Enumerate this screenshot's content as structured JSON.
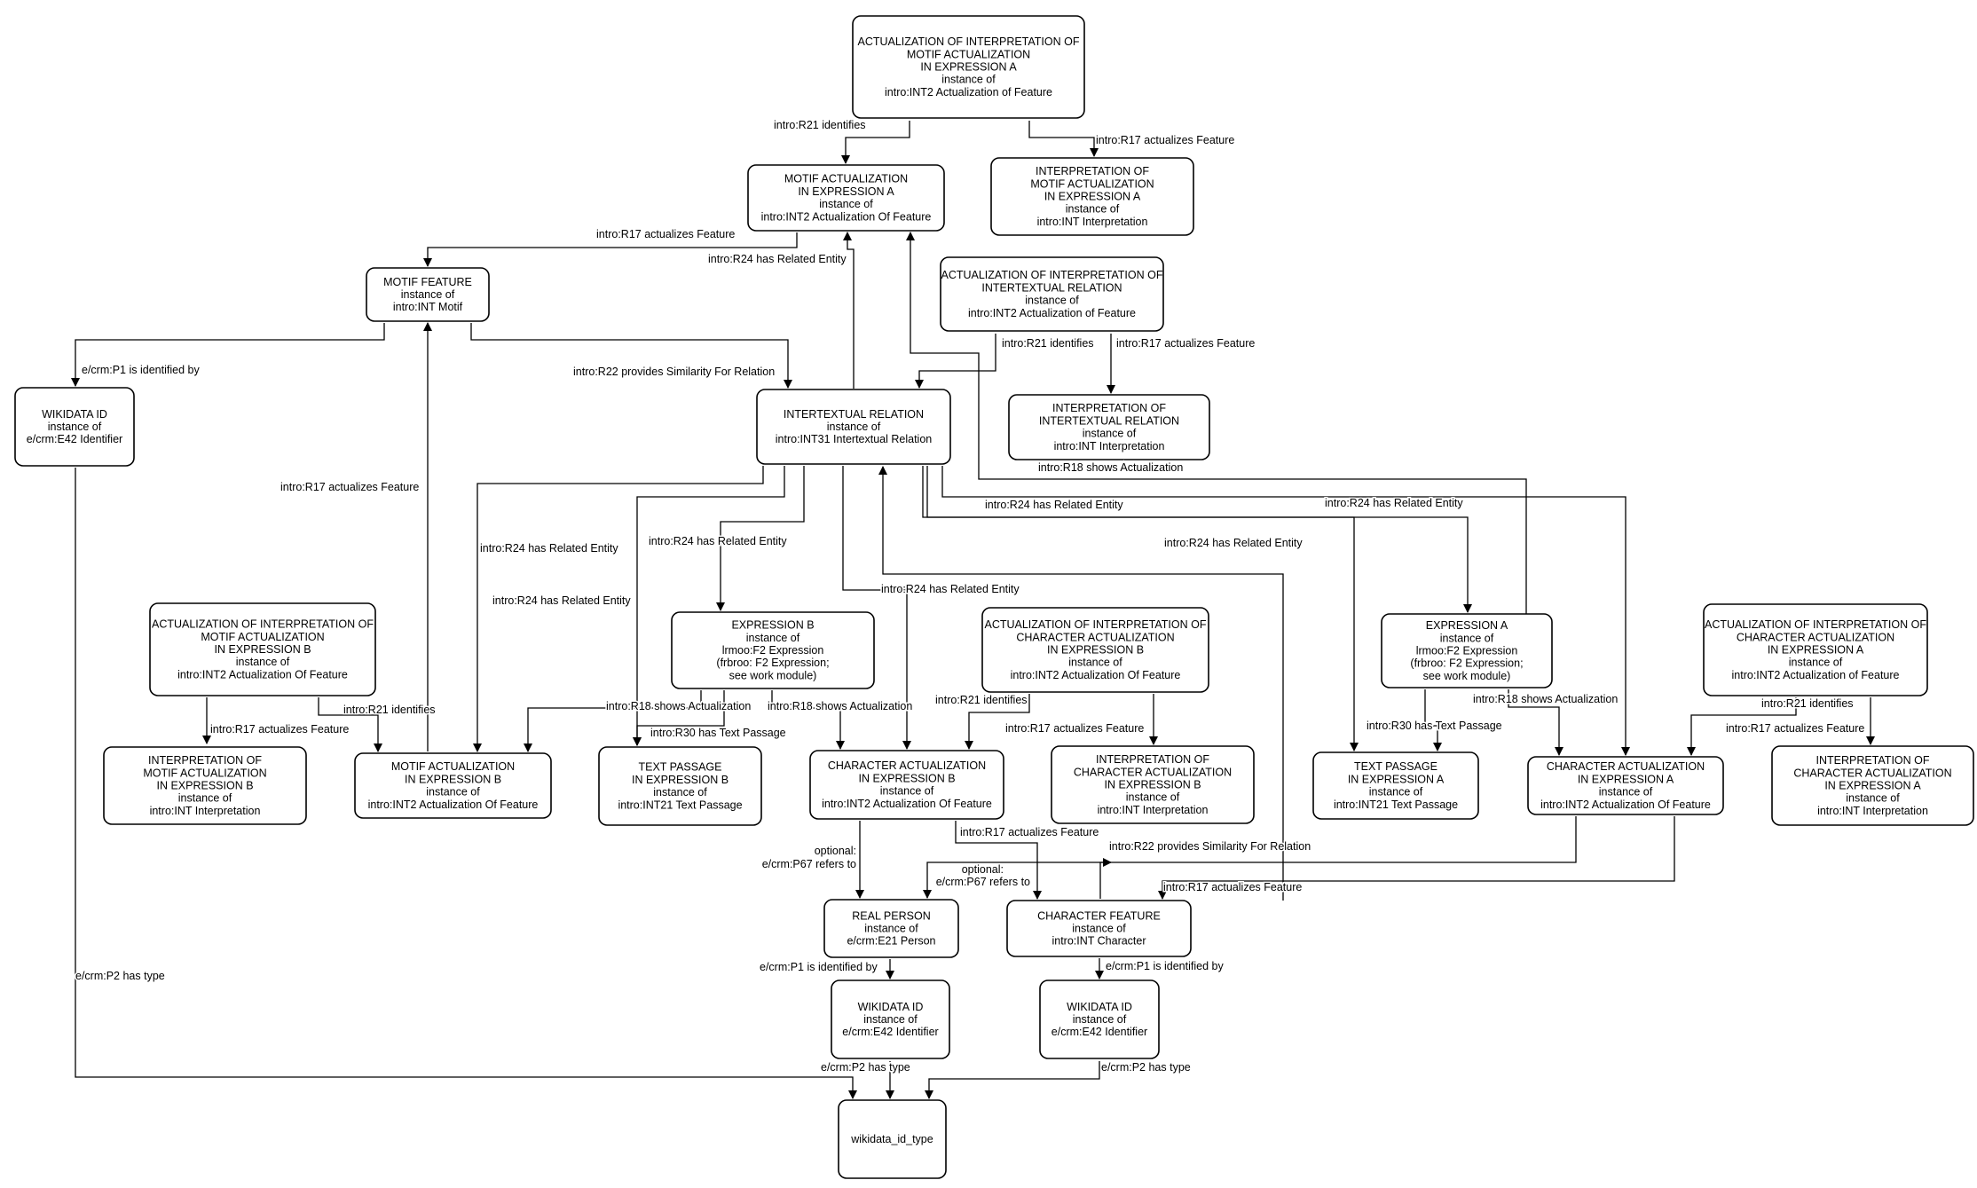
{
  "diagram": {
    "nodes": [
      {
        "id": "n_act_int_motif_a",
        "lines": [
          "ACTUALIZATION OF INTERPRETATION OF",
          "MOTIF ACTUALIZATION",
          "IN EXPRESSION A",
          "instance of",
          "intro:INT2 Actualization of Feature"
        ]
      },
      {
        "id": "n_motif_act_a",
        "lines": [
          "MOTIF ACTUALIZATION",
          "IN EXPRESSION A",
          "instance of",
          "intro:INT2 Actualization Of Feature"
        ]
      },
      {
        "id": "n_interp_motif_a",
        "lines": [
          "INTERPRETATION OF",
          "MOTIF ACTUALIZATION",
          "IN EXPRESSION A",
          "instance of",
          "intro:INT Interpretation"
        ]
      },
      {
        "id": "n_motif_feature",
        "lines": [
          "MOTIF FEATURE",
          "instance of",
          "intro:INT Motif"
        ]
      },
      {
        "id": "n_act_int_intertext",
        "lines": [
          "ACTUALIZATION OF INTERPRETATION OF",
          "INTERTEXTUAL RELATION",
          "instance of",
          "intro:INT2 Actualization of Feature"
        ]
      },
      {
        "id": "n_wikidata_1",
        "lines": [
          "WIKIDATA ID",
          "instance of",
          "e/crm:E42 Identifier"
        ]
      },
      {
        "id": "n_intertextual",
        "lines": [
          "INTERTEXTUAL RELATION",
          "instance of",
          "intro:INT31 Intertextual Relation"
        ]
      },
      {
        "id": "n_interp_intertext",
        "lines": [
          "INTERPRETATION OF",
          "INTERTEXTUAL RELATION",
          "instance of",
          "intro:INT Interpretation"
        ]
      },
      {
        "id": "n_act_int_motif_b",
        "lines": [
          "ACTUALIZATION OF INTERPRETATION OF",
          "MOTIF ACTUALIZATION",
          "IN EXPRESSION B",
          "instance of",
          "intro:INT2 Actualization Of Feature"
        ]
      },
      {
        "id": "n_expression_b",
        "lines": [
          "EXPRESSION B",
          "instance of",
          "lrmoo:F2 Expression",
          "(frbroo: F2 Expression;",
          "see work module)"
        ]
      },
      {
        "id": "n_act_int_char_b",
        "lines": [
          "ACTUALIZATION OF INTERPRETATION OF",
          "CHARACTER ACTUALIZATION",
          "IN EXPRESSION B",
          "instance of",
          "intro:INT2 Actualization Of Feature"
        ]
      },
      {
        "id": "n_expression_a",
        "lines": [
          "EXPRESSION A",
          "instance of",
          "lrmoo:F2 Expression",
          "(frbroo: F2 Expression;",
          "see work module)"
        ]
      },
      {
        "id": "n_act_int_char_a",
        "lines": [
          "ACTUALIZATION OF INTERPRETATION OF",
          "CHARACTER ACTUALIZATION",
          "IN EXPRESSION A",
          "instance of",
          "intro:INT2 Actualization of Feature"
        ]
      },
      {
        "id": "n_interp_motif_b",
        "lines": [
          "INTERPRETATION OF",
          "MOTIF ACTUALIZATION",
          "IN EXPRESSION B",
          "instance of",
          "intro:INT Interpretation"
        ]
      },
      {
        "id": "n_motif_act_b",
        "lines": [
          "MOTIF ACTUALIZATION",
          "IN EXPRESSION B",
          "instance of",
          "intro:INT2 Actualization Of Feature"
        ]
      },
      {
        "id": "n_text_b",
        "lines": [
          "TEXT PASSAGE",
          "IN EXPRESSION B",
          "instance of",
          "intro:INT21 Text Passage"
        ]
      },
      {
        "id": "n_char_act_b",
        "lines": [
          "CHARACTER ACTUALIZATION",
          "IN EXPRESSION B",
          "instance of",
          "intro:INT2 Actualization Of Feature"
        ]
      },
      {
        "id": "n_interp_char_b",
        "lines": [
          "INTERPRETATION OF",
          "CHARACTER ACTUALIZATION",
          "IN EXPRESSION B",
          "instance of",
          "intro:INT Interpretation"
        ]
      },
      {
        "id": "n_text_a",
        "lines": [
          "TEXT PASSAGE",
          "IN EXPRESSION A",
          "instance of",
          "intro:INT21 Text Passage"
        ]
      },
      {
        "id": "n_char_act_a",
        "lines": [
          "CHARACTER ACTUALIZATION",
          "IN EXPRESSION A",
          "instance of",
          "intro:INT2 Actualization Of Feature"
        ]
      },
      {
        "id": "n_interp_char_a",
        "lines": [
          "INTERPRETATION OF",
          "CHARACTER ACTUALIZATION",
          "IN EXPRESSION A",
          "instance of",
          "intro:INT Interpretation"
        ]
      },
      {
        "id": "n_real_person",
        "lines": [
          "REAL PERSON",
          "instance of",
          "e/crm:E21 Person"
        ]
      },
      {
        "id": "n_char_feature",
        "lines": [
          "CHARACTER FEATURE",
          "instance of",
          "intro:INT Character"
        ]
      },
      {
        "id": "n_wikidata_2",
        "lines": [
          "WIKIDATA ID",
          "instance of",
          "e/crm:E42 Identifier"
        ]
      },
      {
        "id": "n_wikidata_3",
        "lines": [
          "WIKIDATA ID",
          "instance of",
          "e/crm:E42 Identifier"
        ]
      },
      {
        "id": "n_wikidata_type",
        "lines": [
          "wikidata_id_type"
        ]
      }
    ],
    "edges": [
      {
        "id": "e01",
        "label": "intro:R21 identifies"
      },
      {
        "id": "e02",
        "label": "intro:R17 actualizes Feature"
      },
      {
        "id": "e03",
        "label": "intro:R17 actualizes Feature"
      },
      {
        "id": "e04",
        "label": "intro:R24 has Related Entity"
      },
      {
        "id": "e05",
        "label": "intro:R21 identifies"
      },
      {
        "id": "e06",
        "label": "intro:R17 actualizes Feature"
      },
      {
        "id": "e07",
        "label": "e/crm:P1 is identified by"
      },
      {
        "id": "e08",
        "label": "intro:R22 provides Similarity For Relation"
      },
      {
        "id": "e09",
        "label": "intro:R17 actualizes Feature"
      },
      {
        "id": "e10",
        "label": "intro:R18 shows Actualization"
      },
      {
        "id": "e11",
        "label": "intro:R24 has Related Entity"
      },
      {
        "id": "e12",
        "label": "intro:R24 has Related Entity"
      },
      {
        "id": "e13",
        "label": "intro:R24 has Related Entity"
      },
      {
        "id": "e14",
        "label": "intro:R24 has Related Entity"
      },
      {
        "id": "e15",
        "label": "intro:R24 has Related Entity"
      },
      {
        "id": "e16",
        "label": "intro:R24 has Related Entity"
      },
      {
        "id": "e17",
        "label": "intro:R24 has Related Entity"
      },
      {
        "id": "e18",
        "label": "intro:R21 identifies"
      },
      {
        "id": "e19",
        "label": "intro:R17 actualizes Feature"
      },
      {
        "id": "e20",
        "label": "intro:R18 shows Actualization"
      },
      {
        "id": "e21",
        "label": "intro:R18 shows Actualization"
      },
      {
        "id": "e22",
        "label": "intro:R30 has Text Passage"
      },
      {
        "id": "e23",
        "label": "intro:R21 identifies"
      },
      {
        "id": "e24",
        "label": "intro:R17 actualizes Feature"
      },
      {
        "id": "e25",
        "label": "intro:R18 shows Actualization"
      },
      {
        "id": "e26",
        "label": "intro:R30 has Text Passage"
      },
      {
        "id": "e27",
        "label": "intro:R21 identifies"
      },
      {
        "id": "e28",
        "label": "intro:R17 actualizes Feature"
      },
      {
        "id": "e29",
        "label": "optional:\ne/crm:P67 refers to"
      },
      {
        "id": "e30",
        "label": "intro:R17 actualizes Feature"
      },
      {
        "id": "e31",
        "label": "optional:\ne/crm:P67 refers to"
      },
      {
        "id": "e32",
        "label": "intro:R22 provides Similarity For Relation"
      },
      {
        "id": "e33",
        "label": "intro:R17 actualizes Feature"
      },
      {
        "id": "e34",
        "label": "e/crm:P1 is identified by"
      },
      {
        "id": "e35",
        "label": "e/crm:P1 is identified by"
      },
      {
        "id": "e36",
        "label": "e/crm:P2 has type"
      },
      {
        "id": "e37",
        "label": "e/crm:P2 has type"
      },
      {
        "id": "e38",
        "label": "e/crm:P2 has type"
      }
    ]
  }
}
